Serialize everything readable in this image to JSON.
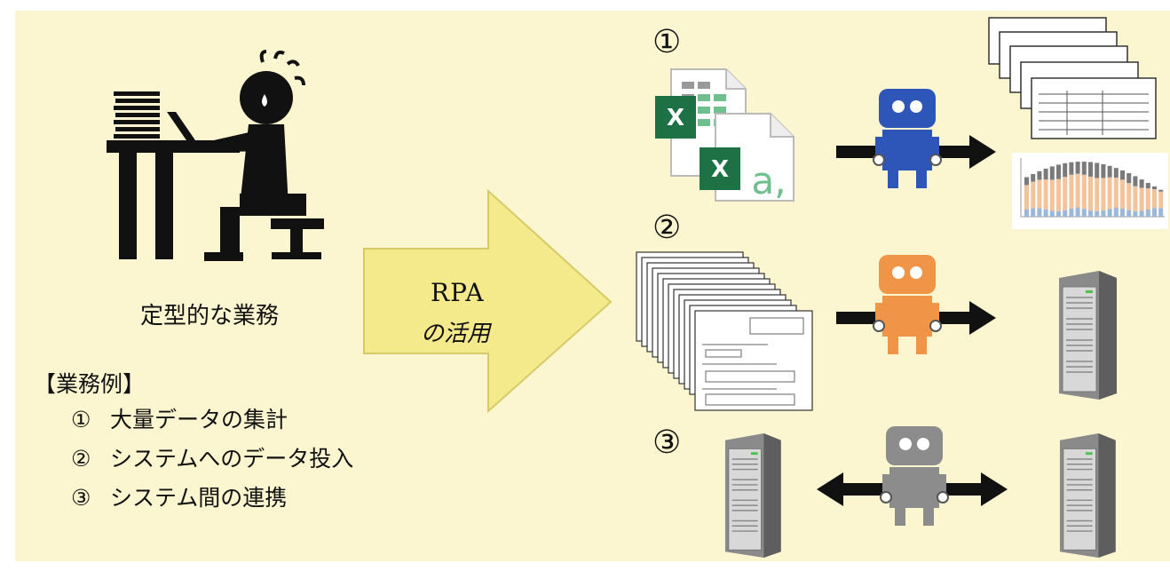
{
  "left": {
    "caption": "定型的な業務",
    "examples_heading": "【業務例】",
    "examples": [
      {
        "num": "①",
        "text": "大量データの集計"
      },
      {
        "num": "②",
        "text": "システムへのデータ投入"
      },
      {
        "num": "③",
        "text": "システム間の連携"
      }
    ]
  },
  "arrow": {
    "line1": "RPA",
    "line2": "の活用"
  },
  "rows": [
    {
      "marker": "①",
      "robot_color": "#2e55b8"
    },
    {
      "marker": "②",
      "robot_color": "#f09548"
    },
    {
      "marker": "③",
      "robot_color": "#8c8c8c"
    }
  ],
  "colors": {
    "background": "#fcf6d0",
    "arrow_fill": "#f4ea8c",
    "arrow_stroke": "#d7c96a",
    "excel_green": "#1e7145"
  },
  "icons": [
    "worker-icon",
    "excel-icon",
    "spreadsheet-icon",
    "robot-icon",
    "report-stack-icon",
    "bar-chart-icon",
    "form-stack-icon",
    "server-icon"
  ]
}
